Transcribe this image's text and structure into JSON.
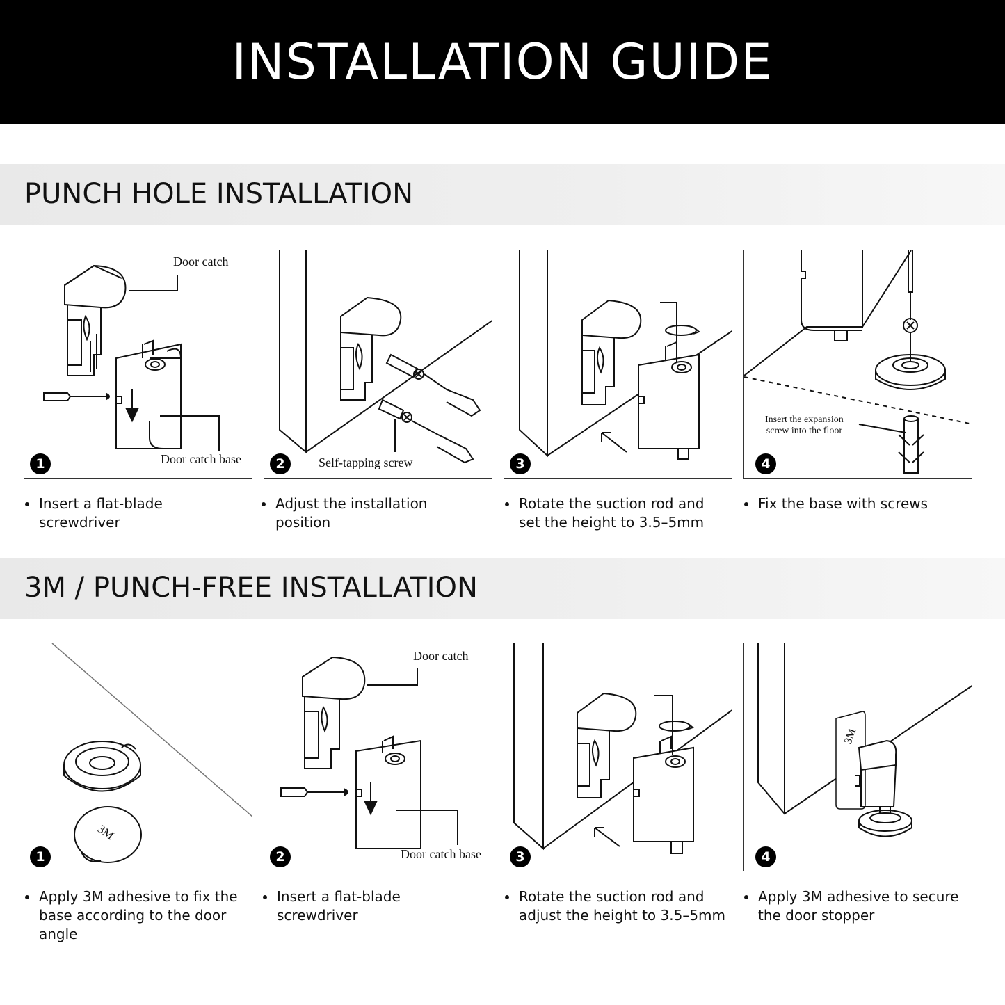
{
  "title": "INSTALLATION GUIDE",
  "sections": [
    {
      "heading": "PUNCH HOLE INSTALLATION",
      "steps": [
        {
          "number": "1",
          "caption": "Insert a flat-blade screwdriver",
          "labels": [
            "Door catch",
            "Door catch base"
          ]
        },
        {
          "number": "2",
          "caption": "Adjust the installation position",
          "labels": [
            "Self-tapping screw"
          ]
        },
        {
          "number": "3",
          "caption": "Rotate the suction rod and set the height to 3.5–5mm",
          "labels": []
        },
        {
          "number": "4",
          "caption": "Fix the base with screws",
          "labels": [
            "Insert the expansion",
            "screw into the floor"
          ]
        }
      ]
    },
    {
      "heading": "3M / PUNCH-FREE INSTALLATION",
      "steps": [
        {
          "number": "1",
          "caption": "Apply 3M adhesive to fix the base according to the door angle",
          "labels": [
            "3M"
          ]
        },
        {
          "number": "2",
          "caption": "Insert a flat-blade screwdriver",
          "labels": [
            "Door catch",
            "Door catch base"
          ]
        },
        {
          "number": "3",
          "caption": "Rotate the suction rod and adjust the height to 3.5–5mm",
          "labels": []
        },
        {
          "number": "4",
          "caption": "Apply 3M adhesive to secure the door stopper",
          "labels": [
            "3M"
          ]
        }
      ]
    }
  ]
}
